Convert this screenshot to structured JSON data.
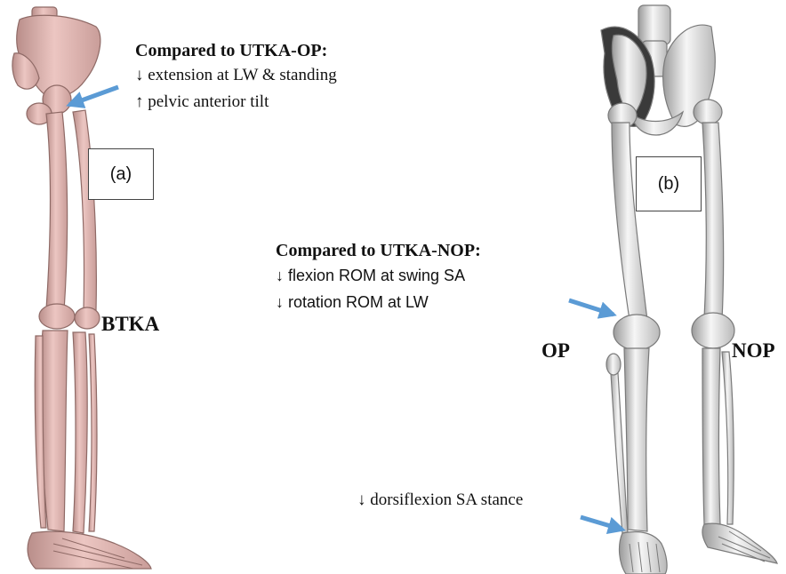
{
  "panel_a": {
    "label": "(a)",
    "group_label": "BTKA",
    "annotation": {
      "heading": "Compared to UTKA-OP:",
      "lines": [
        "↓ extension at LW & standing",
        "↑ pelvic anterior tilt"
      ]
    }
  },
  "panel_b": {
    "label": "(b)",
    "left_leg_label": "OP",
    "right_leg_label": "NOP",
    "annotation": {
      "heading": "Compared to UTKA-NOP:",
      "lines": [
        "↓ flexion ROM at swing SA",
        "↓ rotation ROM at LW"
      ]
    },
    "ankle_note": "↓ dorsiflexion SA stance"
  },
  "colors": {
    "arrow": "#5b9bd5",
    "bone_pink": "#e7bcb8",
    "bone_pink_shade": "#b98e8a",
    "bone_white": "#f2f2f2",
    "bone_white_shade": "#9c9c9c"
  }
}
